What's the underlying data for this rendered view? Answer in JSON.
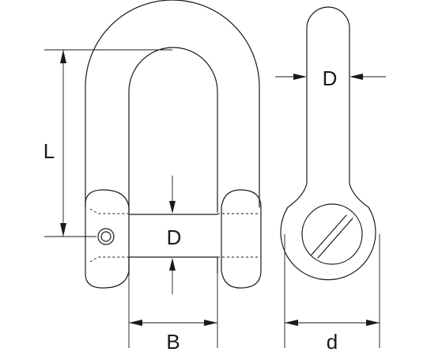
{
  "labels": {
    "length": "L",
    "pin_diameter_front": "D",
    "width": "B",
    "body_diameter_side": "D",
    "eye_width": "d"
  }
}
